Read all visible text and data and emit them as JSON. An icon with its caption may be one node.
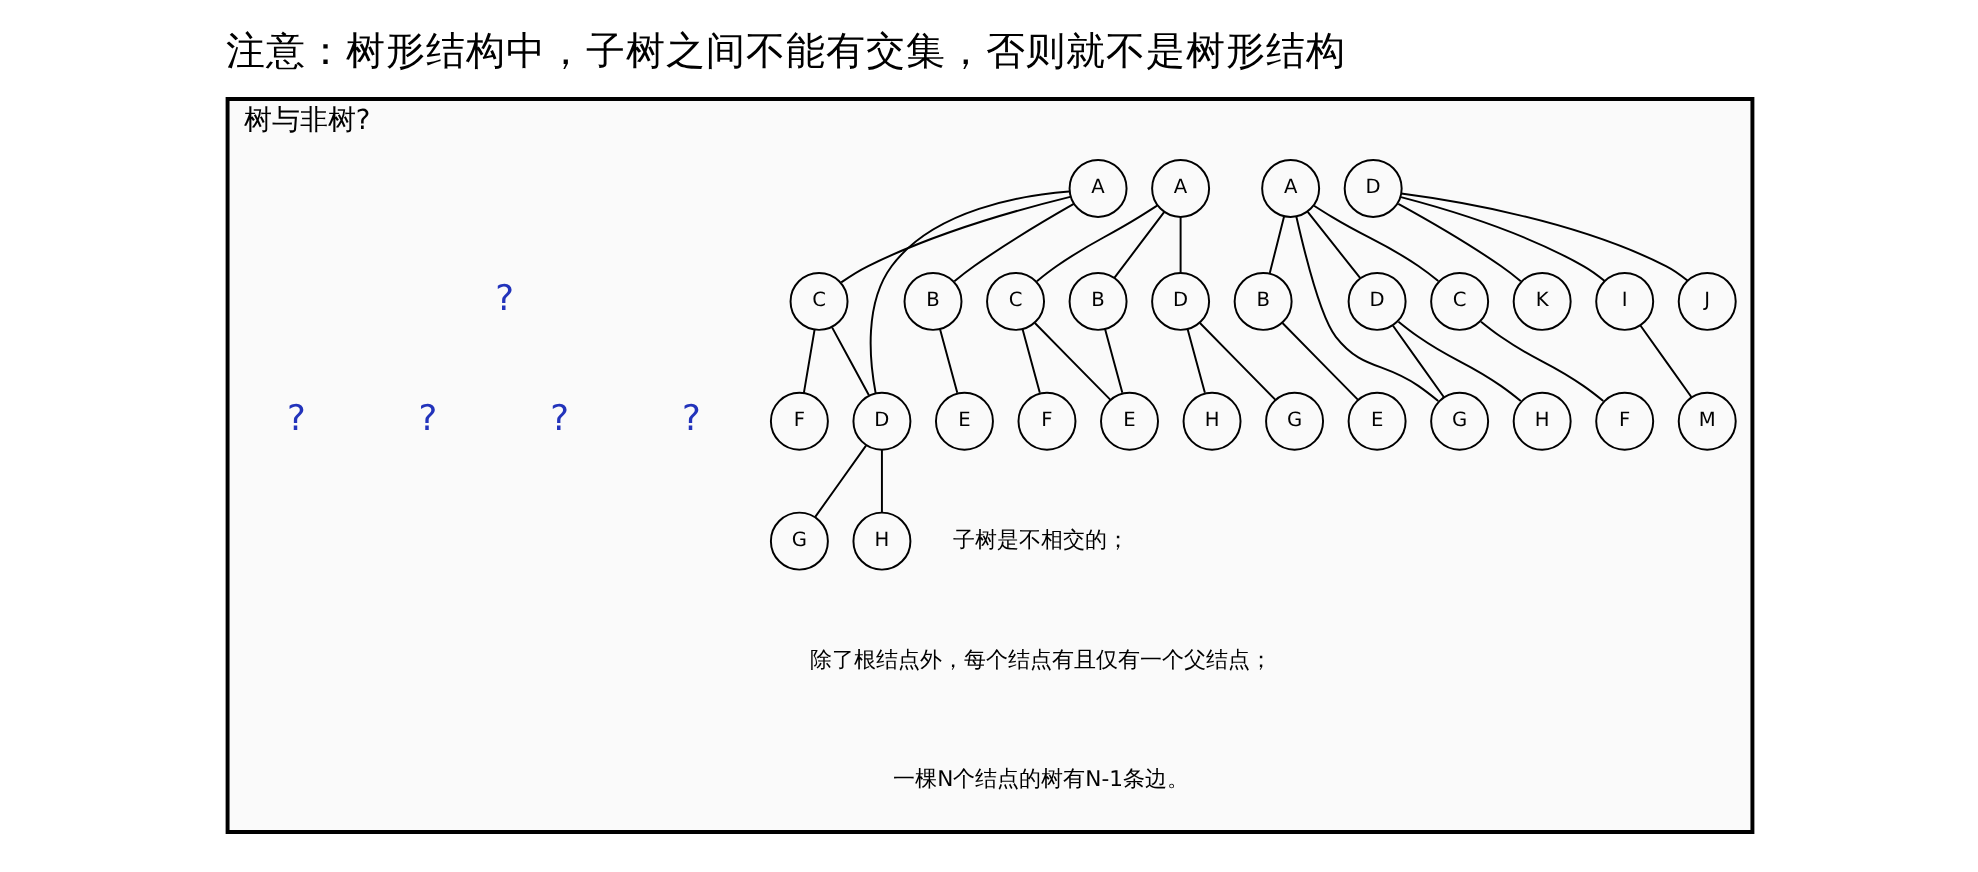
{
  "diagram": {
    "title": "注意：树形结构中，子树之间不能有交集，否则就不是树形结构",
    "nodes": [
      {
        "text": [
          "树与非树?"
        ]
      },
      {
        "text": [
          "A"
        ],
        "in": 0
      },
      {
        "text": [
          "B"
        ],
        "in": 0
      },
      {
        "text": [
          "C"
        ],
        "in": 0
      },
      {
        "text": [
          "D"
        ],
        "in": 0
      },
      {
        "text": [
          "E"
        ],
        "in": 0
      },
      {
        "text": [
          "F"
        ],
        "in": 0
      },
      {
        "text": [
          "G"
        ],
        "in": 0
      },
      {
        "text": [
          "H"
        ],
        "in": 0
      },
      {
        "text": [
          "A"
        ],
        "in": 0
      },
      {
        "text": [
          "B"
        ],
        "in": 0
      },
      {
        "text": [
          "C"
        ],
        "in": 0
      },
      {
        "text": [
          "D"
        ],
        "in": 0
      },
      {
        "text": [
          "E"
        ],
        "in": 0
      },
      {
        "text": [
          "F"
        ],
        "in": 0
      },
      {
        "text": [
          "G"
        ],
        "in": 0
      },
      {
        "text": [
          "H"
        ],
        "in": 0
      },
      {
        "text": [
          "A"
        ],
        "in": 0
      },
      {
        "text": [
          "B"
        ],
        "in": 0
      },
      {
        "text": [
          "C"
        ],
        "in": 0
      },
      {
        "text": [
          "D"
        ],
        "in": 0
      },
      {
        "text": [
          "E"
        ],
        "in": 0
      },
      {
        "text": [
          "F"
        ],
        "in": 0
      },
      {
        "text": [
          "G"
        ],
        "in": 0
      },
      {
        "text": [
          "H"
        ],
        "in": 0
      },
      {
        "text": [
          "D"
        ],
        "in": 0
      },
      {
        "text": [
          "I"
        ],
        "in": 0
      },
      {
        "text": [
          "J"
        ],
        "in": 0
      },
      {
        "text": [
          "K"
        ],
        "in": 0
      },
      {
        "text": [
          "M"
        ],
        "in": 0
      }
    ],
    "edges": [
      {
        "from": 1,
        "to": 2,
        "arrow": "none"
      },
      {
        "from": 1,
        "to": 3,
        "arrow": "none"
      },
      {
        "from": 1,
        "to": 4,
        "arrow": "none"
      },
      {
        "from": 2,
        "to": 5,
        "arrow": "none"
      },
      {
        "from": 3,
        "to": 6,
        "arrow": "none"
      },
      {
        "from": 3,
        "to": 4,
        "arrow": "none"
      },
      {
        "from": 4,
        "to": 7,
        "arrow": "none"
      },
      {
        "from": 4,
        "to": 8,
        "arrow": "none"
      },
      {
        "from": 9,
        "to": 10,
        "arrow": "none"
      },
      {
        "from": 9,
        "to": 11,
        "arrow": "none"
      },
      {
        "from": 9,
        "to": 12,
        "arrow": "none"
      },
      {
        "from": 10,
        "to": 13,
        "arrow": "none"
      },
      {
        "from": 11,
        "to": 13,
        "arrow": "none"
      },
      {
        "from": 11,
        "to": 14,
        "arrow": "none"
      },
      {
        "from": 12,
        "to": 15,
        "arrow": "none"
      },
      {
        "from": 12,
        "to": 16,
        "arrow": "none"
      },
      {
        "from": 17,
        "to": 18,
        "arrow": "none"
      },
      {
        "from": 17,
        "to": 19,
        "arrow": "none"
      },
      {
        "from": 17,
        "to": 23,
        "arrow": "none"
      },
      {
        "from": 17,
        "to": 20,
        "arrow": "none"
      },
      {
        "from": 18,
        "to": 21,
        "arrow": "none"
      },
      {
        "from": 19,
        "to": 22,
        "arrow": "none"
      },
      {
        "from": 20,
        "to": 23,
        "arrow": "none"
      },
      {
        "from": 20,
        "to": 24,
        "arrow": "none"
      },
      {
        "from": 25,
        "to": 26,
        "arrow": "none"
      },
      {
        "from": 25,
        "to": 27,
        "arrow": "none"
      },
      {
        "from": 25,
        "to": 28,
        "arrow": "none"
      },
      {
        "from": 26,
        "to": 29,
        "arrow": "none"
      }
    ],
    "labels": [
      "?",
      "?",
      "?",
      "?",
      "?",
      "子树是不相交的；",
      "除了根结点外，每个结点有且仅有一个父结点；",
      "一棵N个结点的树有N-1条边。"
    ]
  }
}
